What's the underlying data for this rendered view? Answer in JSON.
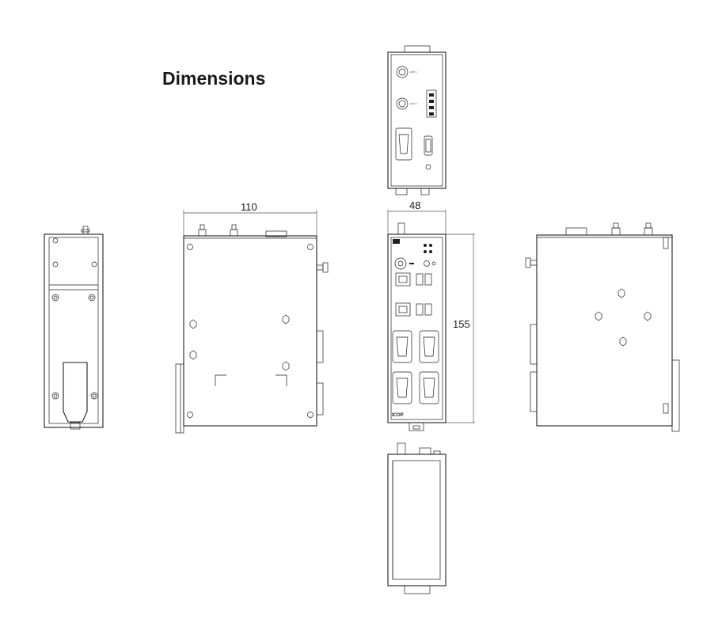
{
  "title": "Dimensions",
  "dimensions": {
    "width": "110",
    "depth": "48",
    "height": "155"
  },
  "brand": "ICOP",
  "views": [
    "left-side",
    "front",
    "top",
    "front-io",
    "bottom",
    "back"
  ]
}
